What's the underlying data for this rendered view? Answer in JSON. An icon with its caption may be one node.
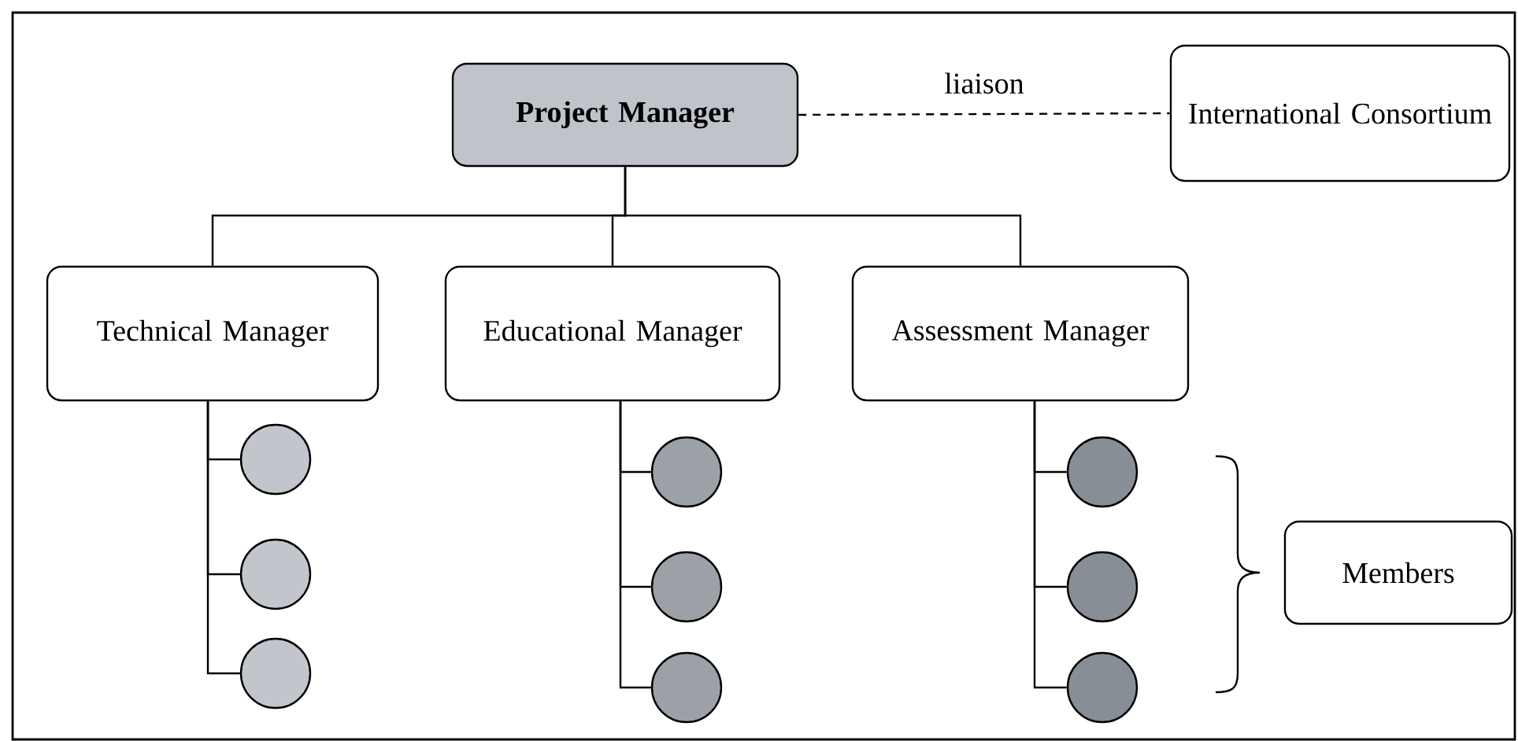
{
  "diagram": {
    "nodes": [
      {
        "text": [
          "**Project Manager**"
        ]
      },
      {
        "text": [
          "International Consortium"
        ]
      },
      {
        "text": [
          "Technical Manager"
        ]
      },
      {
        "text": [
          "Educational Manager"
        ]
      },
      {
        "text": [
          "Assessment Manager"
        ]
      },
      {
        "text": [],
        "shape": "circle"
      },
      {
        "text": [],
        "shape": "circle"
      },
      {
        "text": [],
        "shape": "circle"
      },
      {
        "text": [],
        "shape": "circle"
      },
      {
        "text": [],
        "shape": "circle"
      },
      {
        "text": [],
        "shape": "circle"
      },
      {
        "text": [],
        "shape": "circle"
      },
      {
        "text": [],
        "shape": "circle"
      },
      {
        "text": [],
        "shape": "circle"
      },
      {
        "text": [
          "Members"
        ]
      }
    ],
    "edges": [
      {
        "from": 0,
        "to": 1,
        "arrow": "none",
        "label": "liaison",
        "style": "dashed"
      },
      {
        "from": 0,
        "to": 2,
        "arrow": "none"
      },
      {
        "from": 0,
        "to": 3,
        "arrow": "none"
      },
      {
        "from": 0,
        "to": 4,
        "arrow": "none"
      },
      {
        "from": 2,
        "to": 5,
        "arrow": "none"
      },
      {
        "from": 2,
        "to": 6,
        "arrow": "none"
      },
      {
        "from": 2,
        "to": 7,
        "arrow": "none"
      },
      {
        "from": 3,
        "to": 8,
        "arrow": "none"
      },
      {
        "from": 3,
        "to": 9,
        "arrow": "none"
      },
      {
        "from": 3,
        "to": 10,
        "arrow": "none"
      },
      {
        "from": 4,
        "to": 11,
        "arrow": "none"
      },
      {
        "from": 4,
        "to": 12,
        "arrow": "none"
      },
      {
        "from": 4,
        "to": 13,
        "arrow": "none"
      }
    ]
  }
}
